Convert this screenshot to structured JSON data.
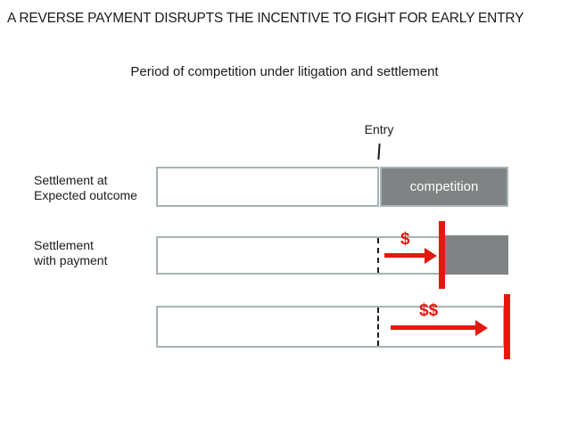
{
  "slide": {
    "title": "A REVERSE PAYMENT DISRUPTS THE INCENTIVE TO FIGHT FOR EARLY ENTRY",
    "subtitle": "Period of competition under litigation and settlement"
  },
  "diagram": {
    "entry_label": "Entry",
    "rows": [
      {
        "label_line1": "Settlement at",
        "label_line2": "Expected outcome",
        "bar_label": "competition"
      },
      {
        "label_line1": "Settlement",
        "label_line2": "with payment",
        "payment_symbol": "$"
      },
      {
        "payment_symbol": "$$"
      }
    ]
  },
  "colors": {
    "accent_red": "#e2190e",
    "competition_gray": "#7f8383",
    "bar_border": "#a8b3b3",
    "text": "#1b1b1b",
    "background": "#ffffff"
  }
}
